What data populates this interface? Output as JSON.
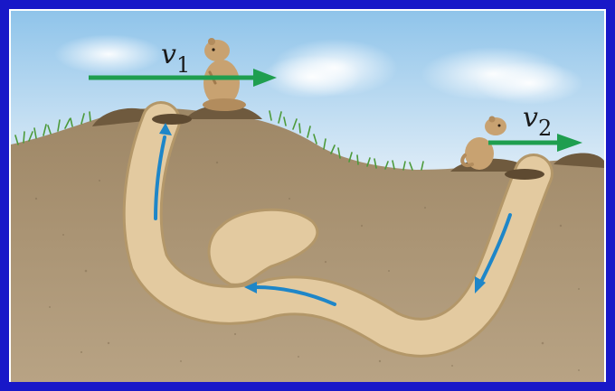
{
  "labels": {
    "v1_symbol": "v",
    "v1_subscript": "1",
    "v2_symbol": "v",
    "v2_subscript": "2"
  },
  "colors": {
    "frame": "#1818c8",
    "sky_top": "#8fc4ea",
    "sky_bottom": "#e4eff8",
    "soil": "#a99374",
    "soil_dark": "#8c7658",
    "tunnel": "#dcc39b",
    "tunnel_edge": "#b39769",
    "velocity_arrow": "#1f9e4f",
    "flow_arrow": "#1e86c8",
    "grass": "#4c9a3a",
    "animal": "#c8a271"
  },
  "icons": {
    "left_animal": "prairie-dog-icon",
    "right_animal": "prairie-dog-icon"
  }
}
